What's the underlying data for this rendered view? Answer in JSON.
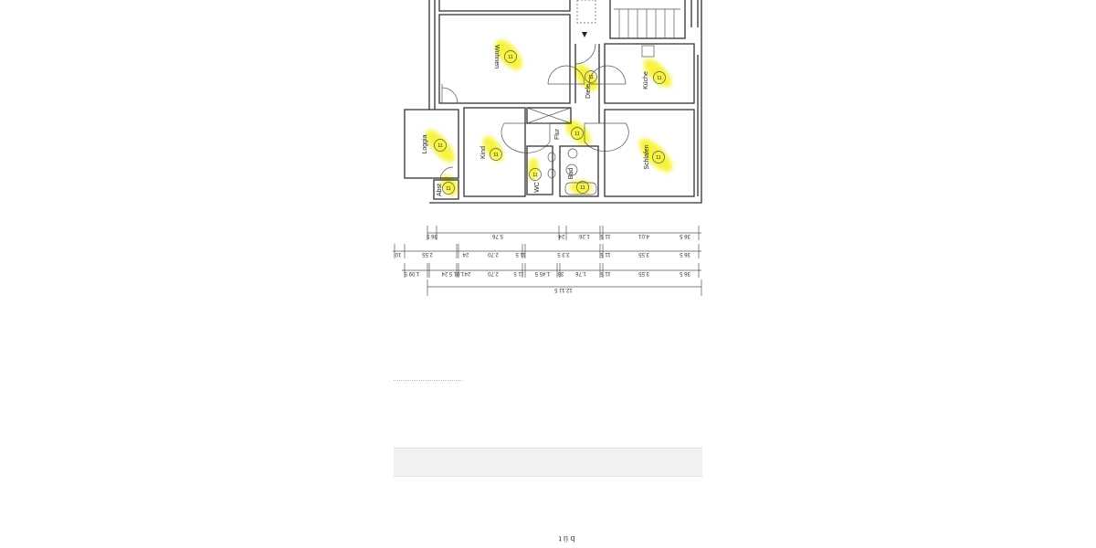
{
  "floorplan": {
    "rooms": [
      {
        "id": "wohnen",
        "label": "Wohnen",
        "marker": "11"
      },
      {
        "id": "diele",
        "label": "Diele",
        "marker": "11"
      },
      {
        "id": "kueche",
        "label": "Küche",
        "marker": "11"
      },
      {
        "id": "flur",
        "label": "Flur",
        "marker": "11"
      },
      {
        "id": "loggia",
        "label": "Loggia",
        "marker": "11"
      },
      {
        "id": "kind",
        "label": "Kind",
        "marker": "11"
      },
      {
        "id": "schlafen",
        "label": "Schlafen",
        "marker": "11"
      },
      {
        "id": "wc",
        "label": "WC",
        "marker": "11"
      },
      {
        "id": "bad",
        "label": "Bad",
        "marker": "11"
      },
      {
        "id": "abst",
        "label": "Abst",
        "marker": "11"
      }
    ],
    "highlight_color": "#f4f000",
    "dimensions": {
      "row1": [
        "36 5",
        "5.76",
        "24",
        "1.26",
        "11 5",
        "4.01",
        "36 5"
      ],
      "row2": [
        "10",
        "2.55",
        "24",
        "2.70",
        "11 5",
        "3.3 5",
        "11 5",
        "3.55",
        "36 5"
      ],
      "row3": [
        "1.09 5",
        "24",
        "1.01 5",
        "24",
        "2.70",
        "11 5",
        "1.45 5",
        "30",
        "1.76",
        "11 5",
        "3.55",
        "36 5"
      ],
      "total": "12.11 5"
    }
  },
  "footer": {
    "caption": "b ü t"
  }
}
